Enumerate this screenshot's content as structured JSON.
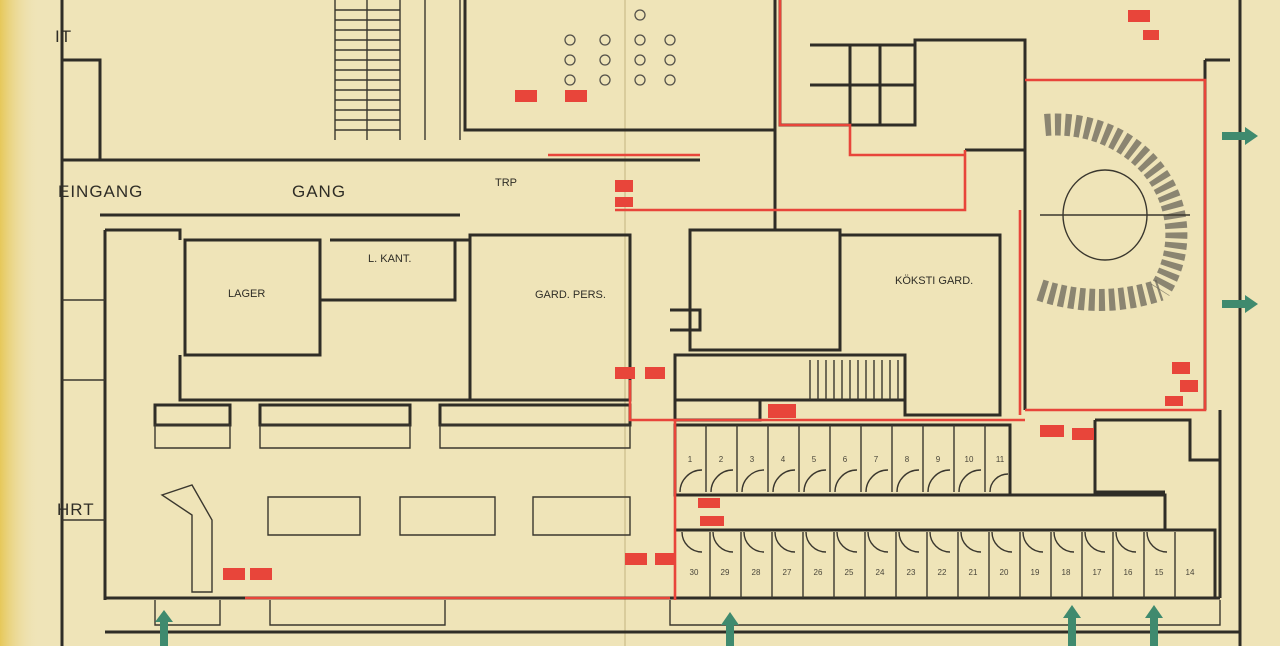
{
  "plan": {
    "rooms": {
      "entrance": "EINGANG",
      "corridor": "GANG",
      "canteen": "L. KANT.",
      "storage": "LAGER",
      "staff_wardrobe": "GARD. PERS.",
      "wardrobe": "KÖKSTI GARD.",
      "left_edge": "HRT",
      "stairs": "TRP",
      "top_left_edge": "IT"
    },
    "cabins_top": [
      "1",
      "2",
      "3",
      "4",
      "5",
      "6",
      "7",
      "8",
      "9",
      "10",
      "11"
    ],
    "cabins_bottom": [
      "30",
      "29",
      "28",
      "27",
      "26",
      "25",
      "24",
      "23",
      "22",
      "21",
      "20",
      "19",
      "18",
      "17",
      "16",
      "15",
      "14"
    ],
    "colors": {
      "paper": "#efe4b8",
      "walls": "#2f2d26",
      "fire_route": "#e8453a",
      "exit_arrow": "#3f8a6e"
    }
  }
}
